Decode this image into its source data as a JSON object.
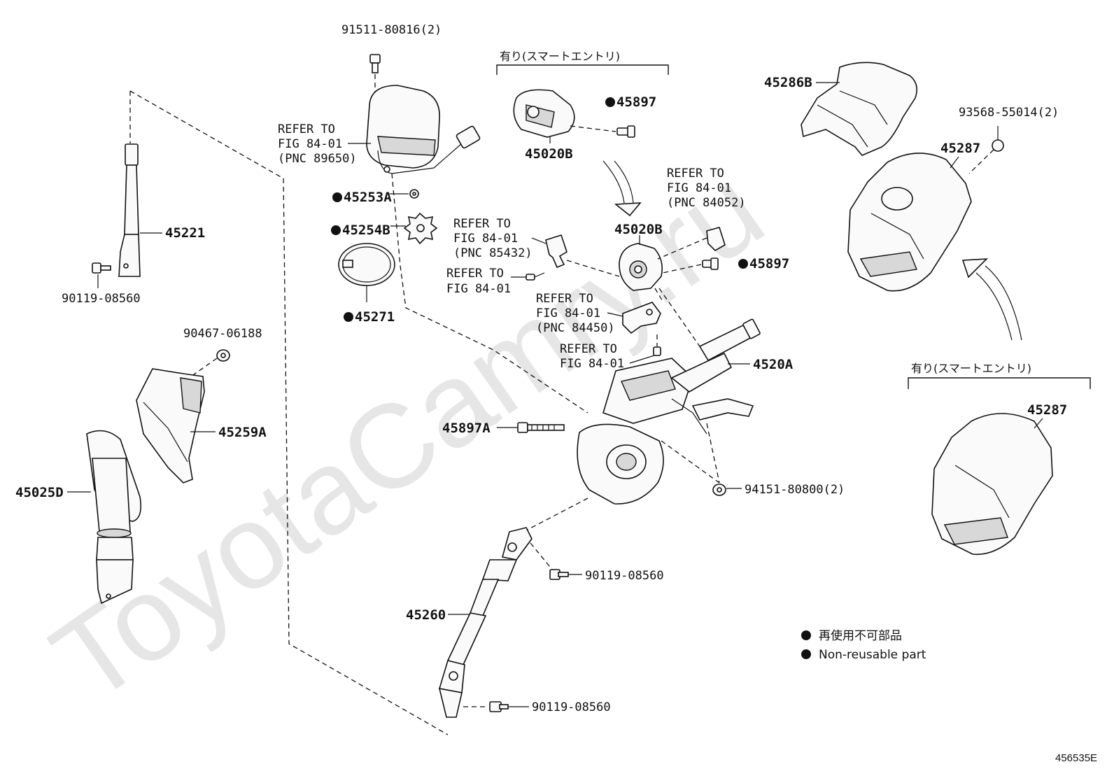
{
  "watermark": "ToyotaCamry.ru",
  "figure_id": "456535E",
  "legend": {
    "line1": "再使用不可部品",
    "line2": "Non-reusable part"
  },
  "brackets": {
    "top": "有り(スマートエントリ)",
    "right": "有り(スマートエントリ)"
  },
  "labels": {
    "p91511": "91511-80816(2)",
    "ref_89650_l1": "REFER TO",
    "ref_89650_l2": "FIG 84-01",
    "ref_89650_l3": "(PNC 89650)",
    "p45253A": "45253A",
    "p45254B": "45254B",
    "p45271": "45271",
    "p45221": "45221",
    "p90119_a": "90119-08560",
    "p90467": "90467-06188",
    "p45259A": "45259A",
    "p45025D": "45025D",
    "p45020B_top": "45020B",
    "p45897_top": "45897",
    "p45020B_mid": "45020B",
    "ref_84052_l1": "REFER TO",
    "ref_84052_l2": "FIG 84-01",
    "ref_84052_l3": "(PNC 84052)",
    "p45897_mid": "45897",
    "ref_85432_l1": "REFER TO",
    "ref_85432_l2": "FIG 84-01",
    "ref_85432_l3": "(PNC 85432)",
    "ref_b1_l1": "REFER TO",
    "ref_b1_l2": "FIG 84-01",
    "ref_84450_l1": "REFER TO",
    "ref_84450_l2": "FIG 84-01",
    "ref_84450_l3": "(PNC 84450)",
    "ref_b2_l1": "REFER TO",
    "ref_b2_l2": "FIG 84-01",
    "p4520A": "4520A",
    "p45897A": "45897A",
    "p94151": "94151-80800(2)",
    "p90119_b": "90119-08560",
    "p45260": "45260",
    "p90119_c": "90119-08560",
    "p45286B": "45286B",
    "p93568": "93568-55014(2)",
    "p45287_top": "45287",
    "p45287_bottom": "45287"
  }
}
